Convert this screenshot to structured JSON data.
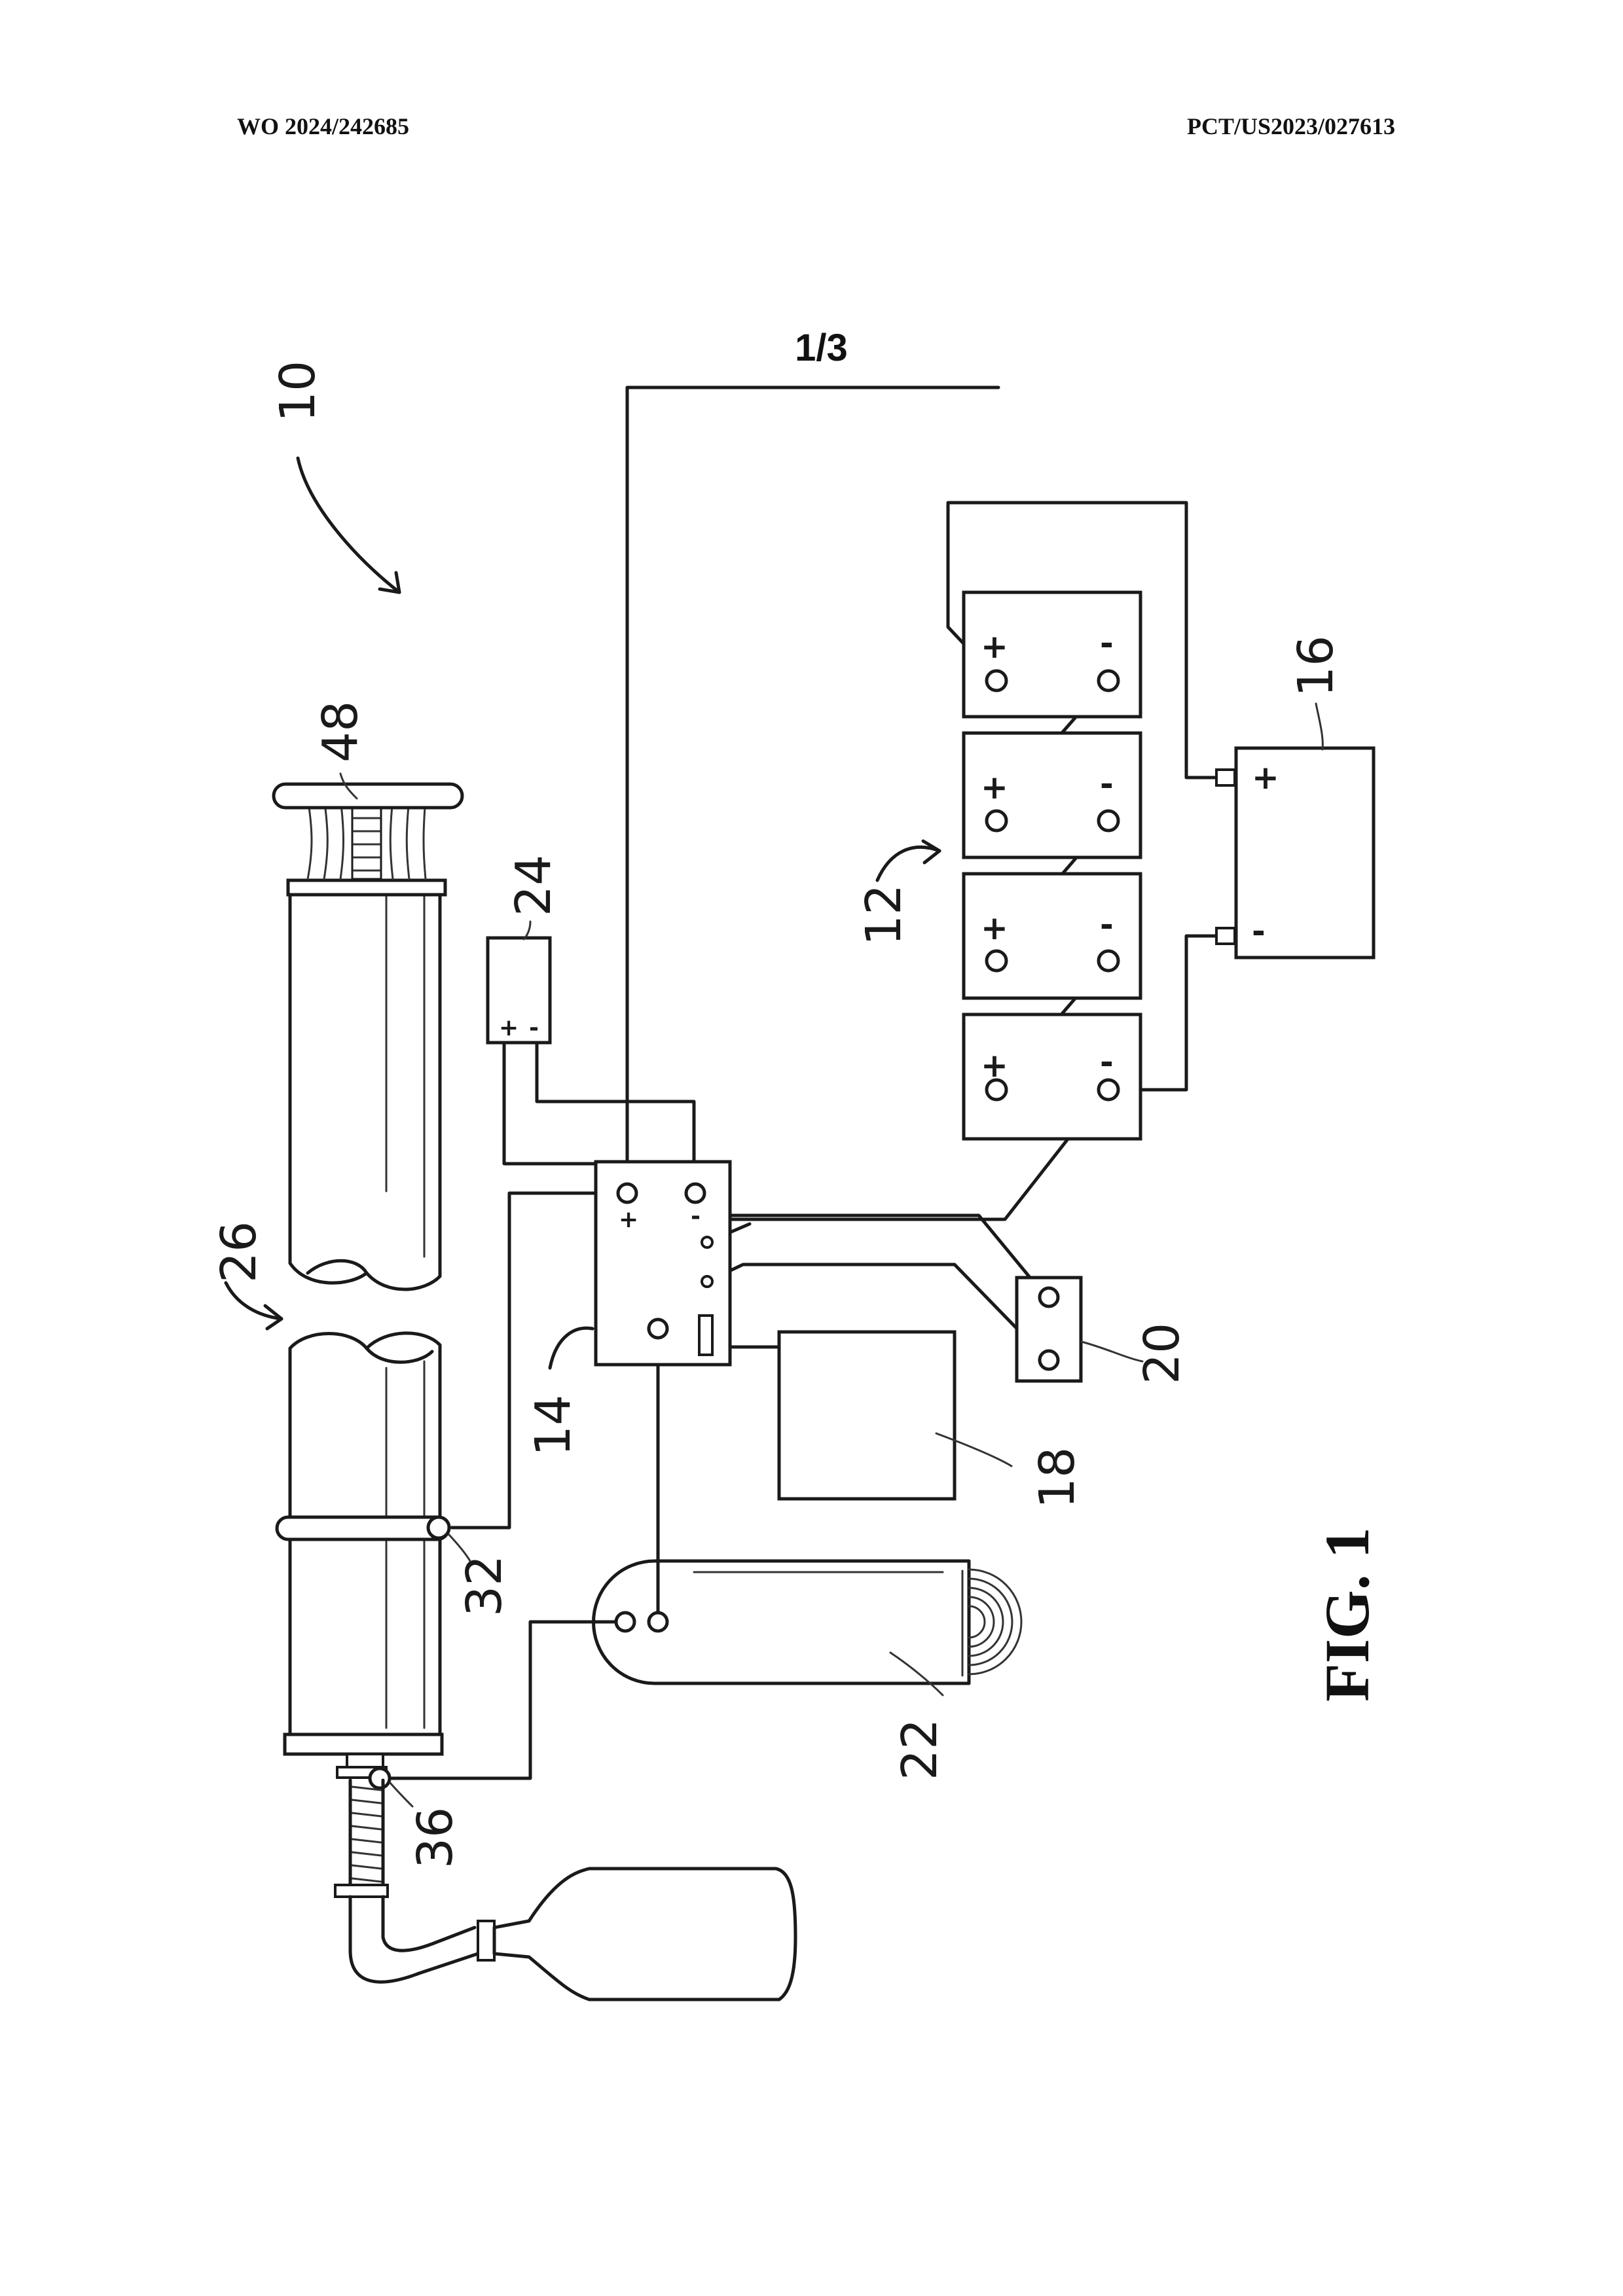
{
  "header": {
    "publication_number": "WO 2024/242685",
    "application_number": "PCT/US2023/027613"
  },
  "sheet_number": "1/3",
  "figure": {
    "caption": "FIG. 1",
    "reference_numerals": {
      "system": "10",
      "battery_bank": "12",
      "controller": "14",
      "battery": "16",
      "box_18": "18",
      "terminal_block": "20",
      "coil": "22",
      "component_24": "24",
      "pipe": "26",
      "clamp_32": "32",
      "clamp_36": "36",
      "flange_48": "48"
    },
    "terminal_symbols": {
      "positive": "+",
      "negative": "-"
    }
  }
}
